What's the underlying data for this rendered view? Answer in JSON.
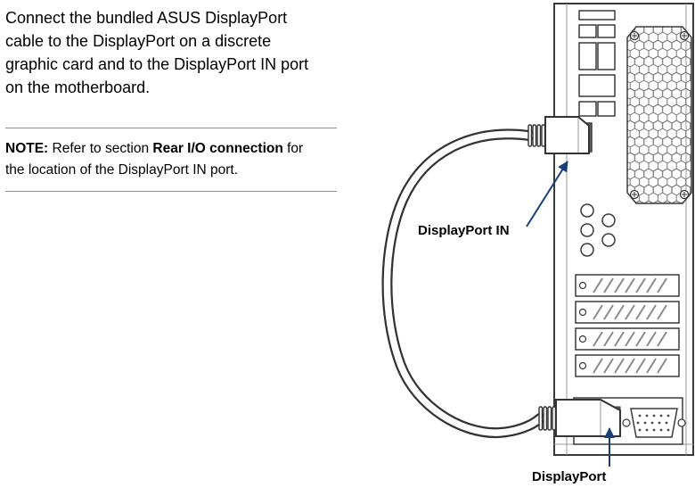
{
  "colors": {
    "leader_line": "#1b3e78",
    "line_art": "#3a3a3a"
  },
  "instruction": {
    "lines": [
      "Connect the bundled ASUS DisplayPort",
      "cable to the DisplayPort on a discrete",
      "graphic card and to the DisplayPort IN port",
      "on the motherboard."
    ]
  },
  "note": {
    "prefix": "NOTE:",
    "seg1": " Refer to section ",
    "bold": "Rear I/O connection",
    "seg2": " for",
    "line2": "the location of the DisplayPort IN port."
  },
  "diagram": {
    "labels": {
      "displayport_in": "DisplayPort IN",
      "displayport": "DisplayPort"
    }
  }
}
